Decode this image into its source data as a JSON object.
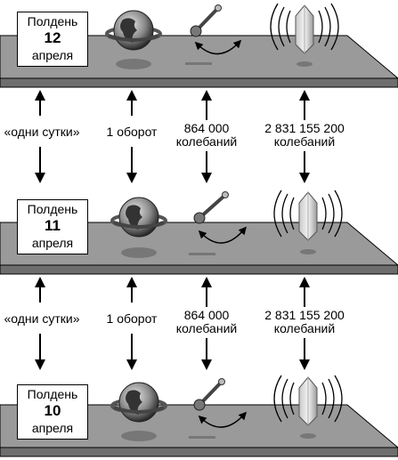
{
  "panels": [
    {
      "card": {
        "title": "Полдень",
        "day": "12",
        "month": "апреля"
      }
    },
    {
      "card": {
        "title": "Полдень",
        "day": "11",
        "month": "апреля"
      }
    },
    {
      "card": {
        "title": "Полдень",
        "day": "10",
        "month": "апреля"
      }
    }
  ],
  "connectors": [
    {
      "day_label": "«одни сутки»",
      "rotation_label": "1 оборот",
      "pendulum_value": "864 000",
      "pendulum_unit": "колебаний",
      "crystal_value": "2 831 155 200",
      "crystal_unit": "колебаний"
    },
    {
      "day_label": "«одни сутки»",
      "rotation_label": "1 оборот",
      "pendulum_value": "864 000",
      "pendulum_unit": "колебаний",
      "crystal_value": "2 831 155 200",
      "crystal_unit": "колебаний"
    }
  ],
  "colors": {
    "platform_top": "#9a9a9a",
    "platform_side": "#6e6e6e",
    "outline": "#000000"
  }
}
